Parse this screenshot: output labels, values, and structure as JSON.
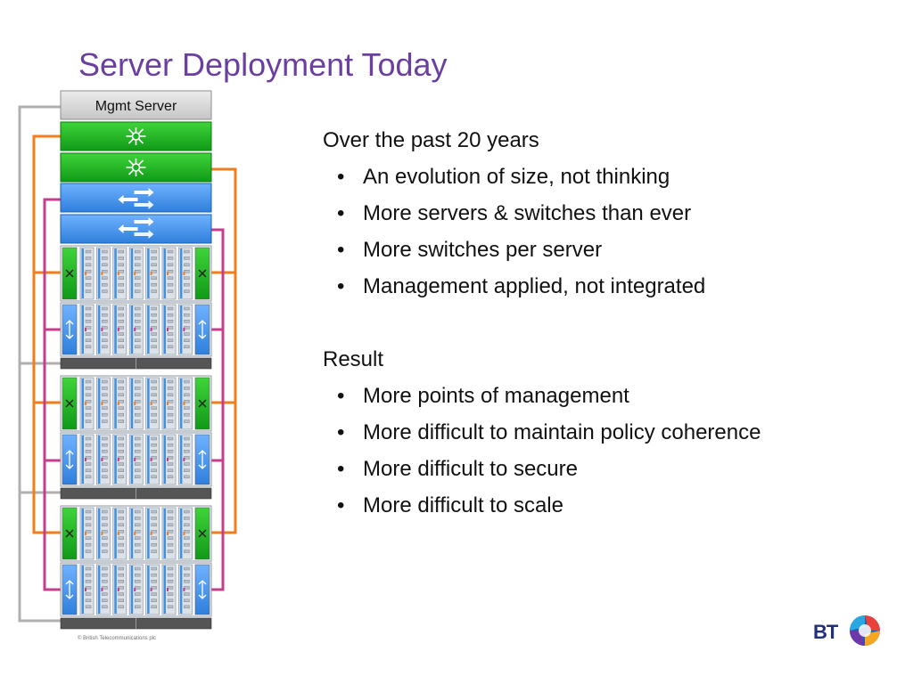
{
  "title": "Server Deployment Today",
  "diagram": {
    "mgmt_server_label": "Mgmt Server",
    "colors": {
      "green": "#16b21e",
      "blue": "#3d8fe8",
      "orange_cable": "#f07e1c",
      "magenta_cable": "#c63d8c",
      "gray_cable": "#b0b0b0",
      "mgmt_bg": "#d7d7d7",
      "blade": "#dde2e8",
      "chassis_base": "#555555"
    },
    "icons": [
      "network-switch-icon",
      "network-router-icon",
      "server-blade-icon"
    ]
  },
  "sections": [
    {
      "heading": "Over the past 20 years",
      "bullets": [
        "An evolution of size, not thinking",
        "More servers & switches than ever",
        "More switches per server",
        "Management applied, not integrated"
      ]
    },
    {
      "heading": "Result",
      "bullets": [
        "More points of management",
        "More difficult to maintain policy coherence",
        "More difficult to secure",
        "More difficult to scale"
      ]
    }
  ],
  "bullet_glyph": "•",
  "copyright": "© British Telecommunications plc",
  "logo": {
    "text": "BT",
    "icon": "bt-piper-icon"
  }
}
